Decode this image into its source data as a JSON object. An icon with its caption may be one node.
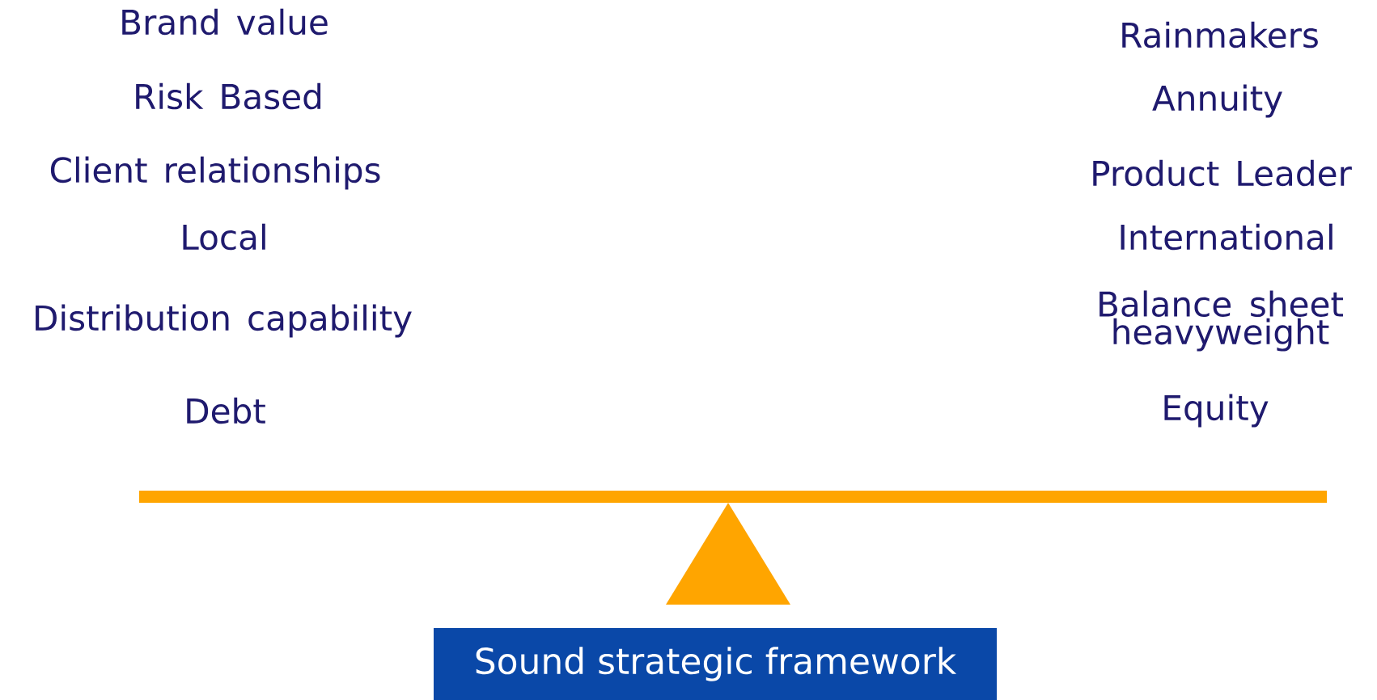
{
  "diagram": {
    "nodes": [
      {
        "text": [
          "Sound strategic framework"
        ]
      }
    ],
    "labels": [
      "Brand value",
      "Rainmakers",
      "Risk Based",
      "Annuity",
      "Client relationships",
      "Product Leader",
      "Local",
      "International",
      "Distribution capability",
      "Balance sheet heavyweight",
      "Debt",
      "Equity"
    ]
  }
}
